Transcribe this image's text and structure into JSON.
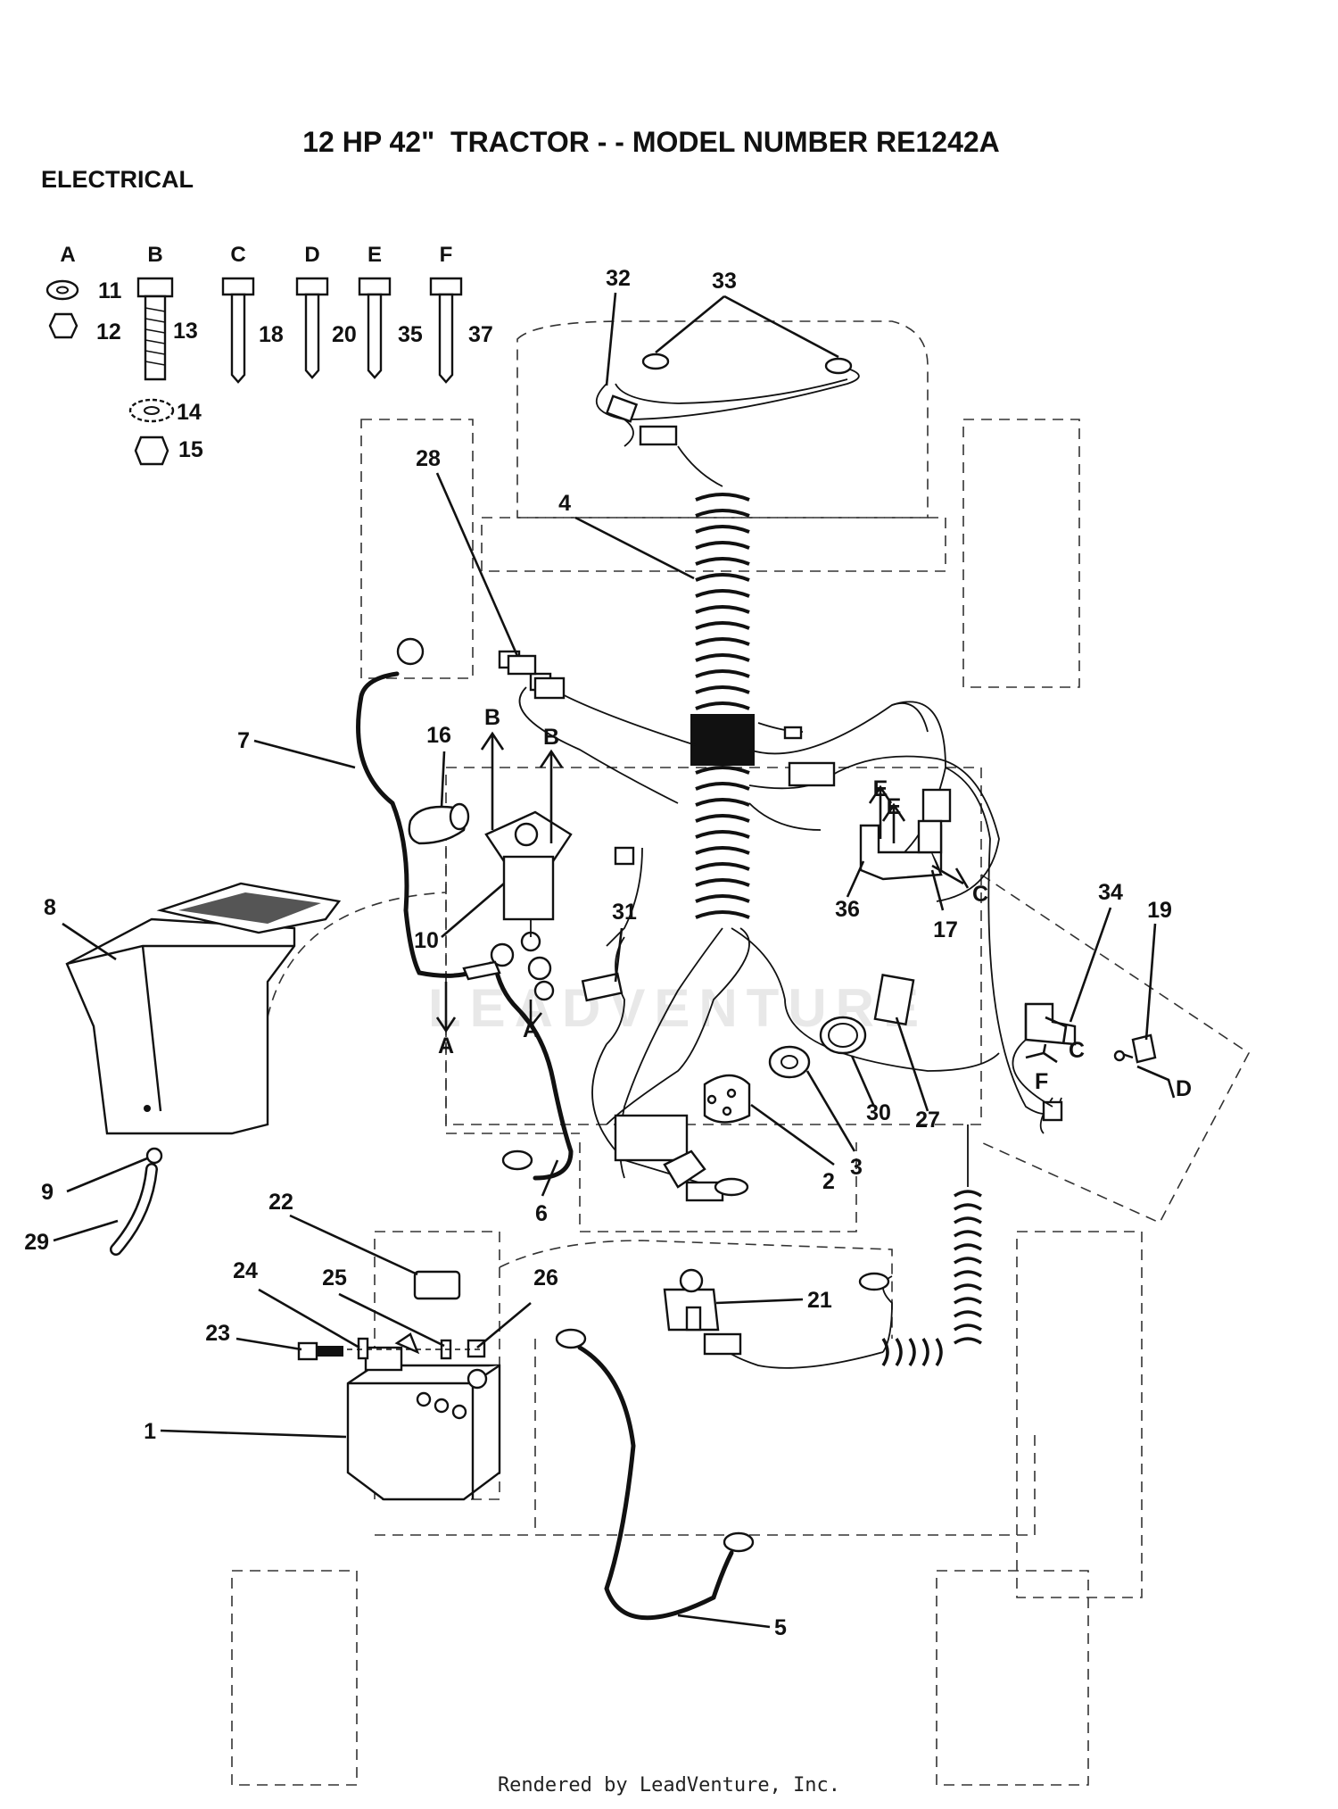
{
  "title": "12 HP 42\"  TRACTOR - - MODEL NUMBER RE1242A",
  "section": "ELECTRICAL",
  "footer": "Rendered by LeadVenture, Inc.",
  "watermark": "LEADVENTURE",
  "hardware_legend": [
    {
      "letter": "A",
      "parts": [
        "11",
        "12"
      ]
    },
    {
      "letter": "B",
      "parts": [
        "13",
        "14",
        "15"
      ]
    },
    {
      "letter": "C",
      "parts": [
        "18"
      ]
    },
    {
      "letter": "D",
      "parts": [
        "20"
      ]
    },
    {
      "letter": "E",
      "parts": [
        "35"
      ]
    },
    {
      "letter": "F",
      "parts": [
        "37"
      ]
    }
  ],
  "callouts": [
    "1",
    "2",
    "3",
    "4",
    "5",
    "6",
    "7",
    "8",
    "9",
    "10",
    "16",
    "17",
    "19",
    "21",
    "22",
    "23",
    "24",
    "25",
    "26",
    "27",
    "28",
    "29",
    "30",
    "31",
    "32",
    "33",
    "34",
    "36"
  ],
  "connection_letters": [
    "A",
    "A",
    "B",
    "B",
    "C",
    "C",
    "D",
    "E",
    "E",
    "F"
  ]
}
